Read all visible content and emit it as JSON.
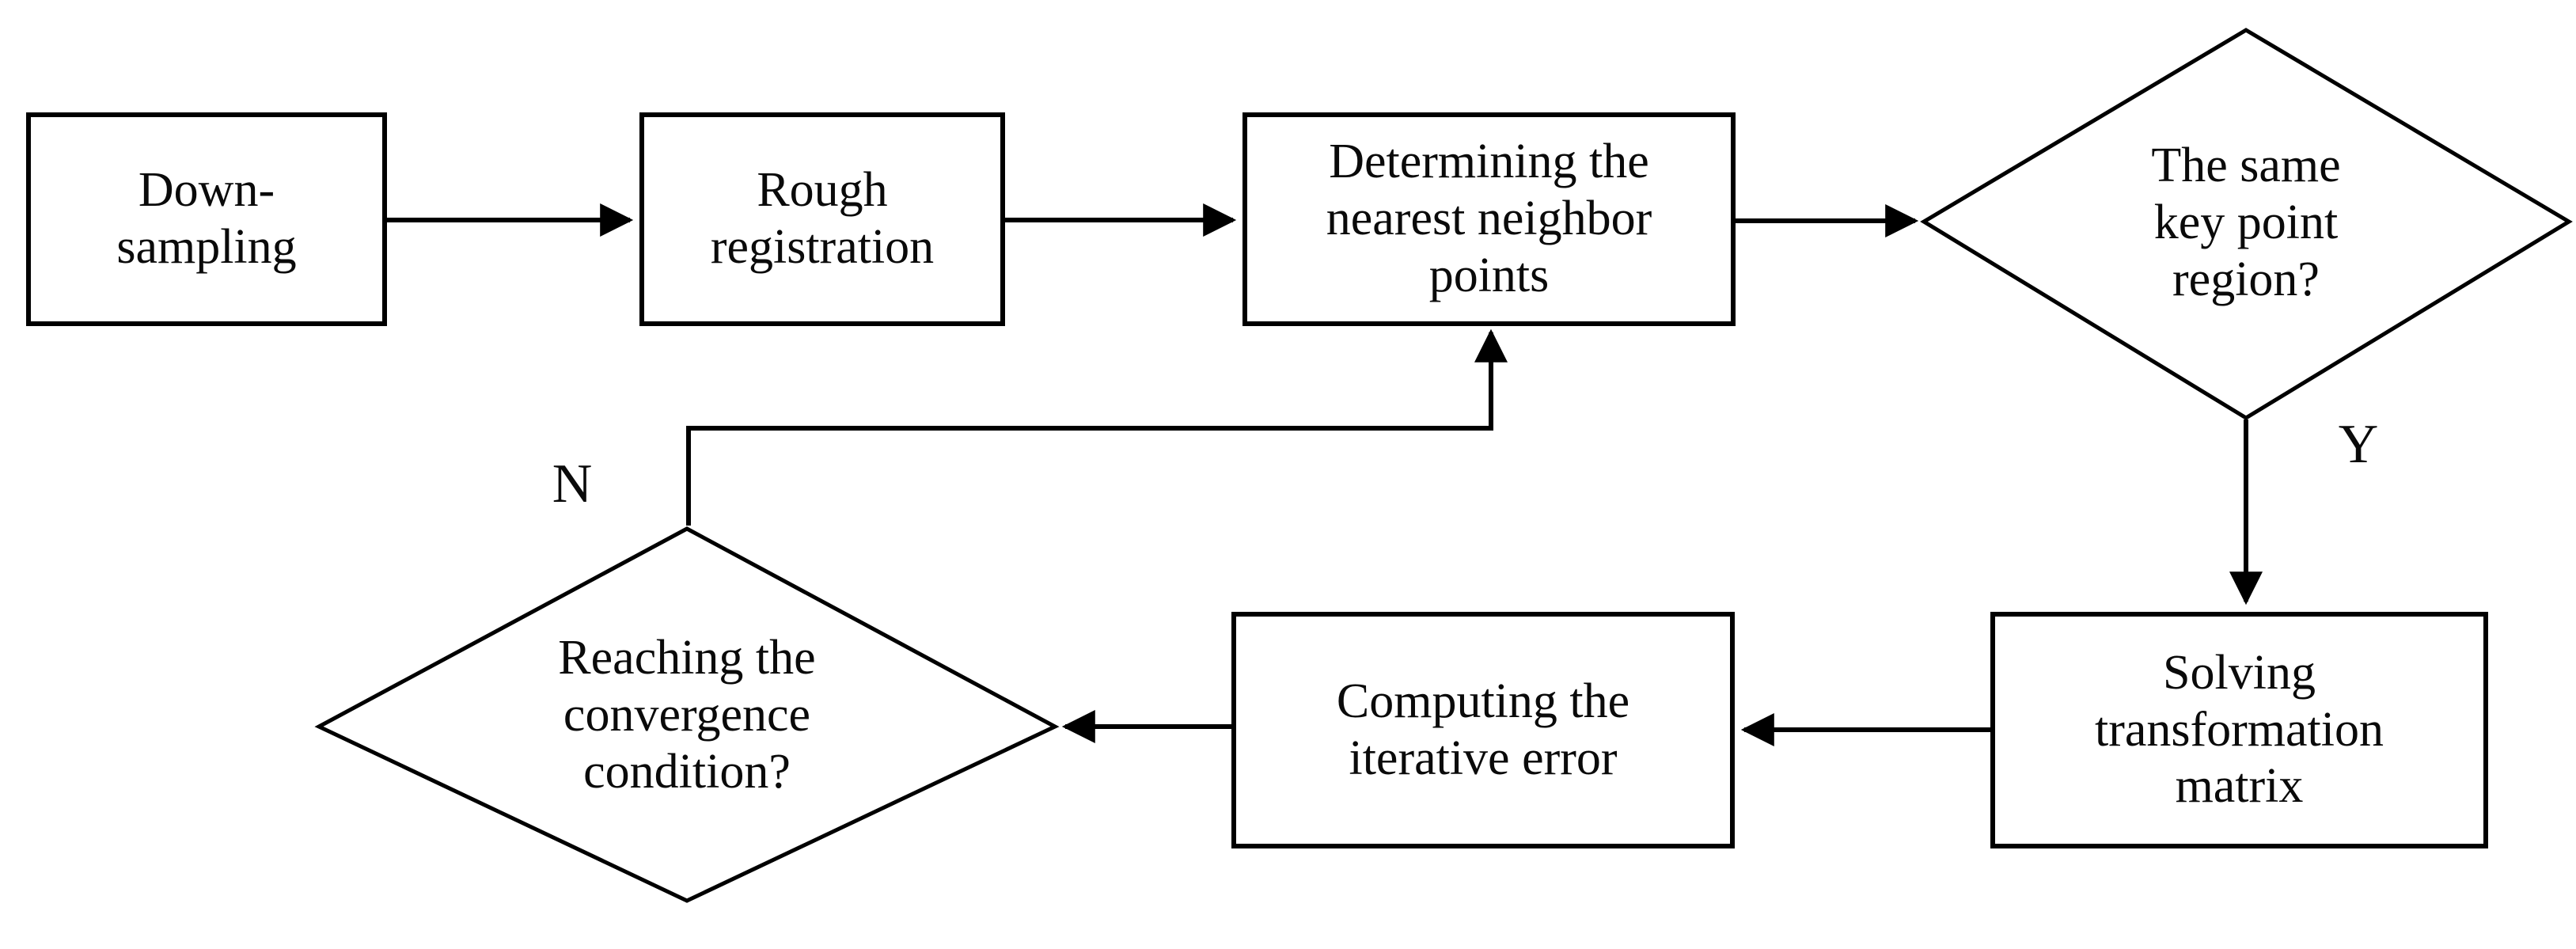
{
  "figure": {
    "background_color": "#ffffff",
    "ink_color": "#000000",
    "type": "flowchart"
  },
  "nodes": {
    "downsampling": {
      "label": "Down-\nsampling",
      "shape": "process"
    },
    "rough_registration": {
      "label": "Rough\nregistration",
      "shape": "process"
    },
    "nearest_neighbor": {
      "label": "Determining the\nnearest neighbor\npoints",
      "shape": "process"
    },
    "same_key_point": {
      "label": "The same\nkey point\nregion?",
      "shape": "decision"
    },
    "solving_matrix": {
      "label": "Solving\ntransformation\nmatrix",
      "shape": "process"
    },
    "iterative_error": {
      "label": "Computing the\niterative error",
      "shape": "process"
    },
    "convergence": {
      "label": "Reaching the\nconvergence\ncondition?",
      "shape": "decision"
    }
  },
  "edge_labels": {
    "yes": "Y",
    "no": "N"
  }
}
